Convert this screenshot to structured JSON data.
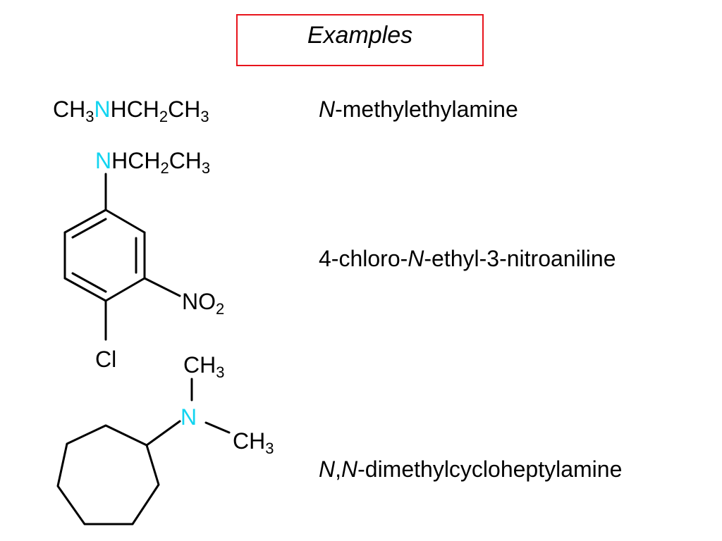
{
  "title": "Examples",
  "colors": {
    "title_border": "#e8141c",
    "nitrogen": "#12d4f0",
    "text": "#000000",
    "bond": "#000000"
  },
  "examples": [
    {
      "formula": {
        "p1": "CH",
        "s1": "3",
        "n": "N",
        "p2": "HCH",
        "s2": "2",
        "p3": "CH",
        "s3": "3"
      },
      "name": {
        "n": "N",
        "rest": "-methylethylamine"
      }
    },
    {
      "substituent": {
        "n": "N",
        "p1": "HCH",
        "s1": "2",
        "p2": "CH",
        "s2": "3"
      },
      "nitro": {
        "p1": "NO",
        "s1": "2"
      },
      "chloro": "Cl",
      "name": {
        "pre": "4-chloro-",
        "n": "N",
        "rest": "-ethyl-3-nitroaniline"
      }
    },
    {
      "top_methyl": {
        "p1": "CH",
        "s1": "3"
      },
      "n": "N",
      "right_methyl": {
        "p1": "CH",
        "s1": "3"
      },
      "name": {
        "n1": "N",
        "comma": ",",
        "n2": "N",
        "rest": "-dimethylcycloheptylamine"
      }
    }
  ]
}
